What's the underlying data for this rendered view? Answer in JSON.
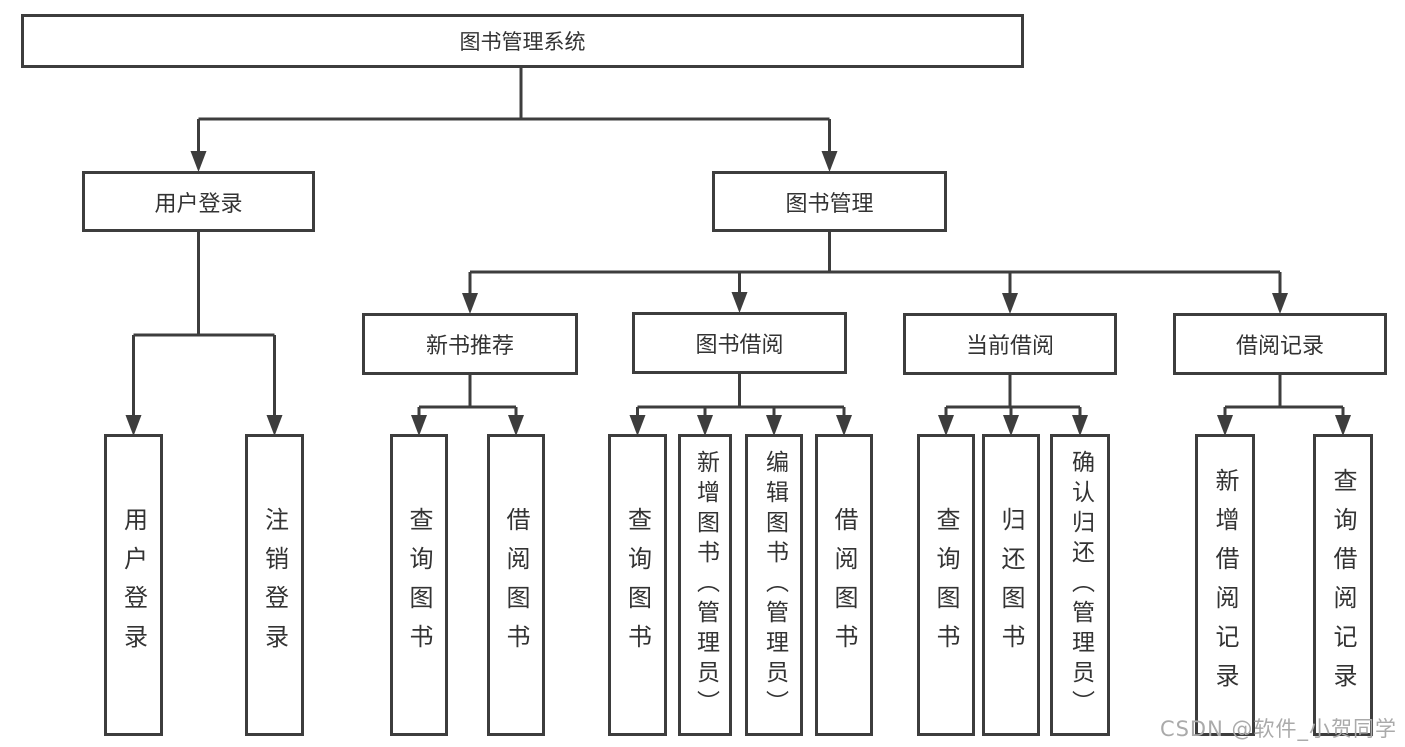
{
  "tree": {
    "label": "图书管理系统",
    "children": [
      {
        "label": "用户登录",
        "children": [
          {
            "label": "用户登录"
          },
          {
            "label": "注销登录"
          }
        ]
      },
      {
        "label": "图书管理",
        "children": [
          {
            "label": "新书推荐",
            "children": [
              {
                "label": "查询图书"
              },
              {
                "label": "借阅图书"
              }
            ]
          },
          {
            "label": "图书借阅",
            "children": [
              {
                "label": "查询图书"
              },
              {
                "label": "新增图书（管理员）"
              },
              {
                "label": "编辑图书（管理员）"
              },
              {
                "label": "借阅图书"
              }
            ]
          },
          {
            "label": "当前借阅",
            "children": [
              {
                "label": "查询图书"
              },
              {
                "label": "归还图书"
              },
              {
                "label": "确认归还（管理员）"
              }
            ]
          },
          {
            "label": "借阅记录",
            "children": [
              {
                "label": "新增借阅记录"
              },
              {
                "label": "查询借阅记录"
              }
            ]
          }
        ]
      }
    ]
  },
  "watermark": {
    "text": "CSDN @软件_小贺同学"
  },
  "colors": {
    "line": "#3d3d3d",
    "border": "#3d3d3d",
    "text": "#333333",
    "watermark": "#aaaaaa",
    "background": "#ffffff"
  }
}
